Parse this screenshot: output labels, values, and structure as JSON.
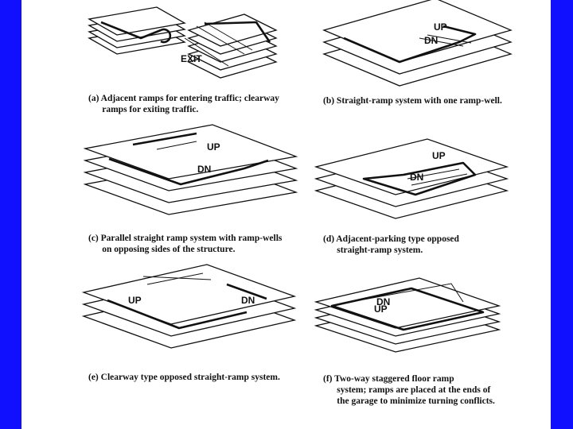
{
  "figures": [
    {
      "id": "a",
      "caption": "(a) Adjacent ramps for entering traffic; clearway\n      ramps for exiting traffic.",
      "labels": [
        "EXIT"
      ]
    },
    {
      "id": "b",
      "caption": "(b) Straight-ramp system with one ramp-well.",
      "labels": [
        "UP",
        "DN"
      ]
    },
    {
      "id": "c",
      "caption": "(c) Parallel straight ramp system with ramp-wells\n      on opposing sides of the structure.",
      "labels": [
        "UP",
        "DN"
      ]
    },
    {
      "id": "d",
      "caption": "(d) Adjacent-parking type opposed\n      straight-ramp system.",
      "labels": [
        "UP",
        "DN"
      ]
    },
    {
      "id": "e",
      "caption": "(e) Clearway type opposed straight-ramp system.",
      "labels": [
        "UP",
        "DN"
      ]
    },
    {
      "id": "f",
      "caption": "(f) Two-way staggered floor ramp\n      system; ramps are placed at the ends of\n      the garage to minimize turning conflicts.",
      "labels": [
        "DN",
        "UP"
      ]
    }
  ]
}
